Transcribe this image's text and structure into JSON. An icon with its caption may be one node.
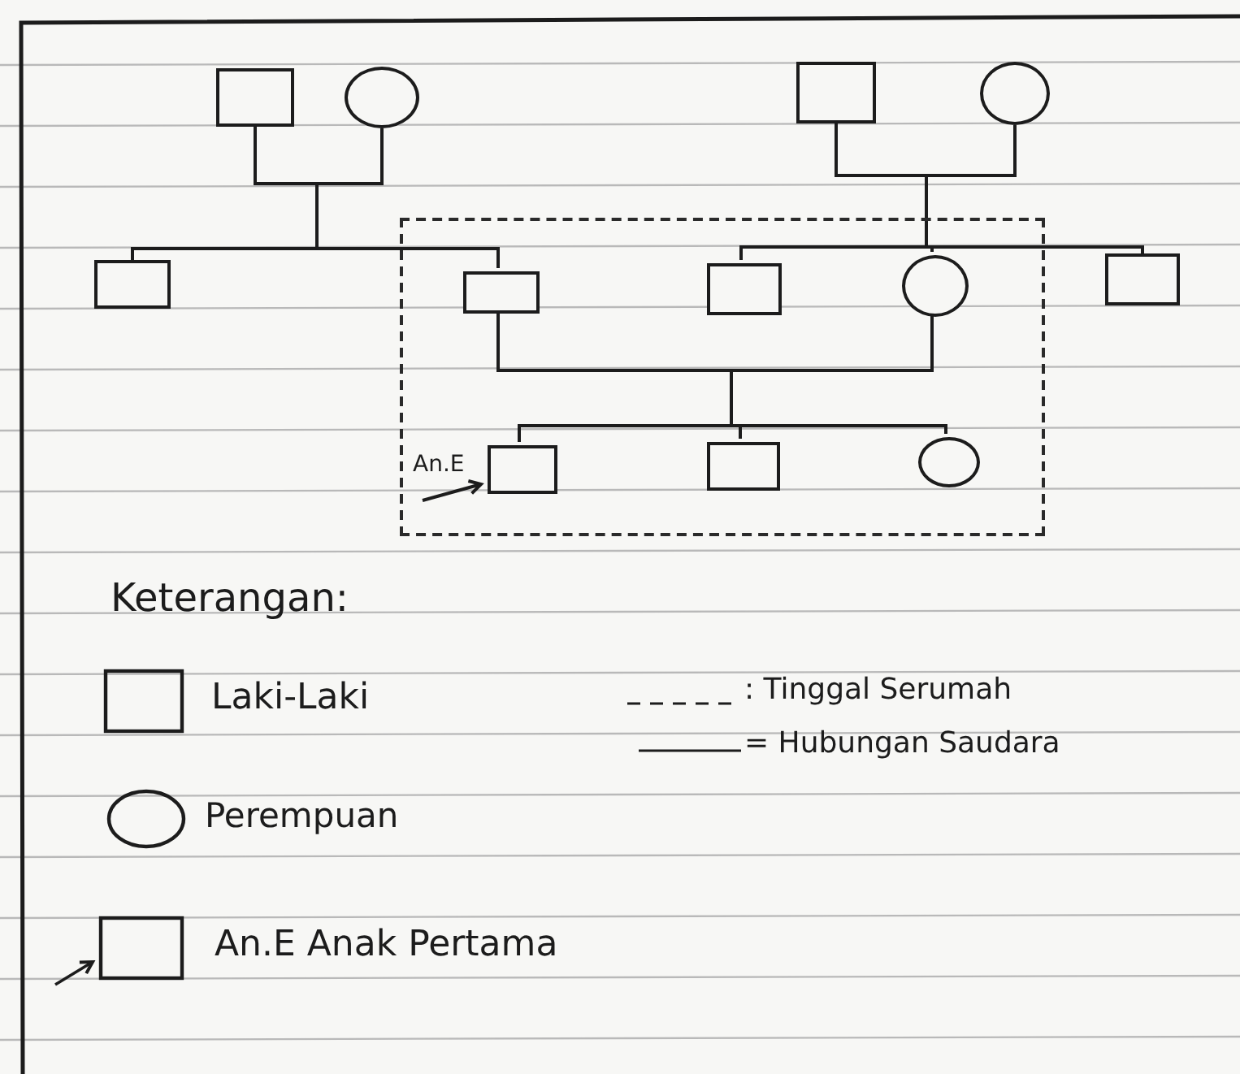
{
  "diagram": {
    "nodes": [
      {
        "text": [],
        "shape": "box"
      },
      {
        "text": [],
        "shape": "circle"
      },
      {
        "text": [],
        "shape": "box"
      },
      {
        "text": [],
        "shape": "circle"
      },
      {
        "text": [],
        "shape": "box"
      },
      {
        "text": [],
        "shape": "box"
      },
      {
        "text": [],
        "shape": "box",
        "in": 4
      },
      {
        "text": [],
        "shape": "box",
        "in": 4
      },
      {
        "text": [],
        "shape": "circle",
        "in": 4
      },
      {
        "text": [],
        "shape": "box"
      },
      {
        "text": [
          "An.E"
        ],
        "in": 4
      },
      {
        "text": [],
        "shape": "box",
        "in": 4
      },
      {
        "text": [],
        "shape": "box",
        "in": 4
      },
      {
        "text": [],
        "shape": "circle",
        "in": 4
      }
    ],
    "edges": [
      {
        "from": 0,
        "to": 5,
        "arrow": "none"
      },
      {
        "from": 1,
        "to": 5,
        "arrow": "none"
      },
      {
        "from": 0,
        "to": 6,
        "arrow": "none"
      },
      {
        "from": 1,
        "to": 6,
        "arrow": "none"
      },
      {
        "from": 2,
        "to": 7,
        "arrow": "none"
      },
      {
        "from": 3,
        "to": 7,
        "arrow": "none"
      },
      {
        "from": 2,
        "to": 8,
        "arrow": "none"
      },
      {
        "from": 3,
        "to": 8,
        "arrow": "none"
      },
      {
        "from": 2,
        "to": 9,
        "arrow": "none"
      },
      {
        "from": 3,
        "to": 9,
        "arrow": "none"
      },
      {
        "from": 6,
        "to": 11,
        "arrow": "none"
      },
      {
        "from": 8,
        "to": 11,
        "arrow": "none"
      },
      {
        "from": 6,
        "to": 12,
        "arrow": "none"
      },
      {
        "from": 8,
        "to": 12,
        "arrow": "none"
      },
      {
        "from": 6,
        "to": 13,
        "arrow": "none"
      },
      {
        "from": 8,
        "to": 13,
        "arrow": "none"
      },
      {
        "from": 10,
        "to": 11,
        "arrow": "to"
      }
    ],
    "labels": [
      "Keterangan:"
    ],
    "legend": [
      {
        "text": "Laki-Laki"
      },
      {
        "text": ": Tinggal Serumah"
      },
      {
        "text": "= Hubungan Saudara"
      },
      {
        "text": "Perempuan"
      },
      {
        "text": "An.E Anak Pertama"
      }
    ]
  }
}
